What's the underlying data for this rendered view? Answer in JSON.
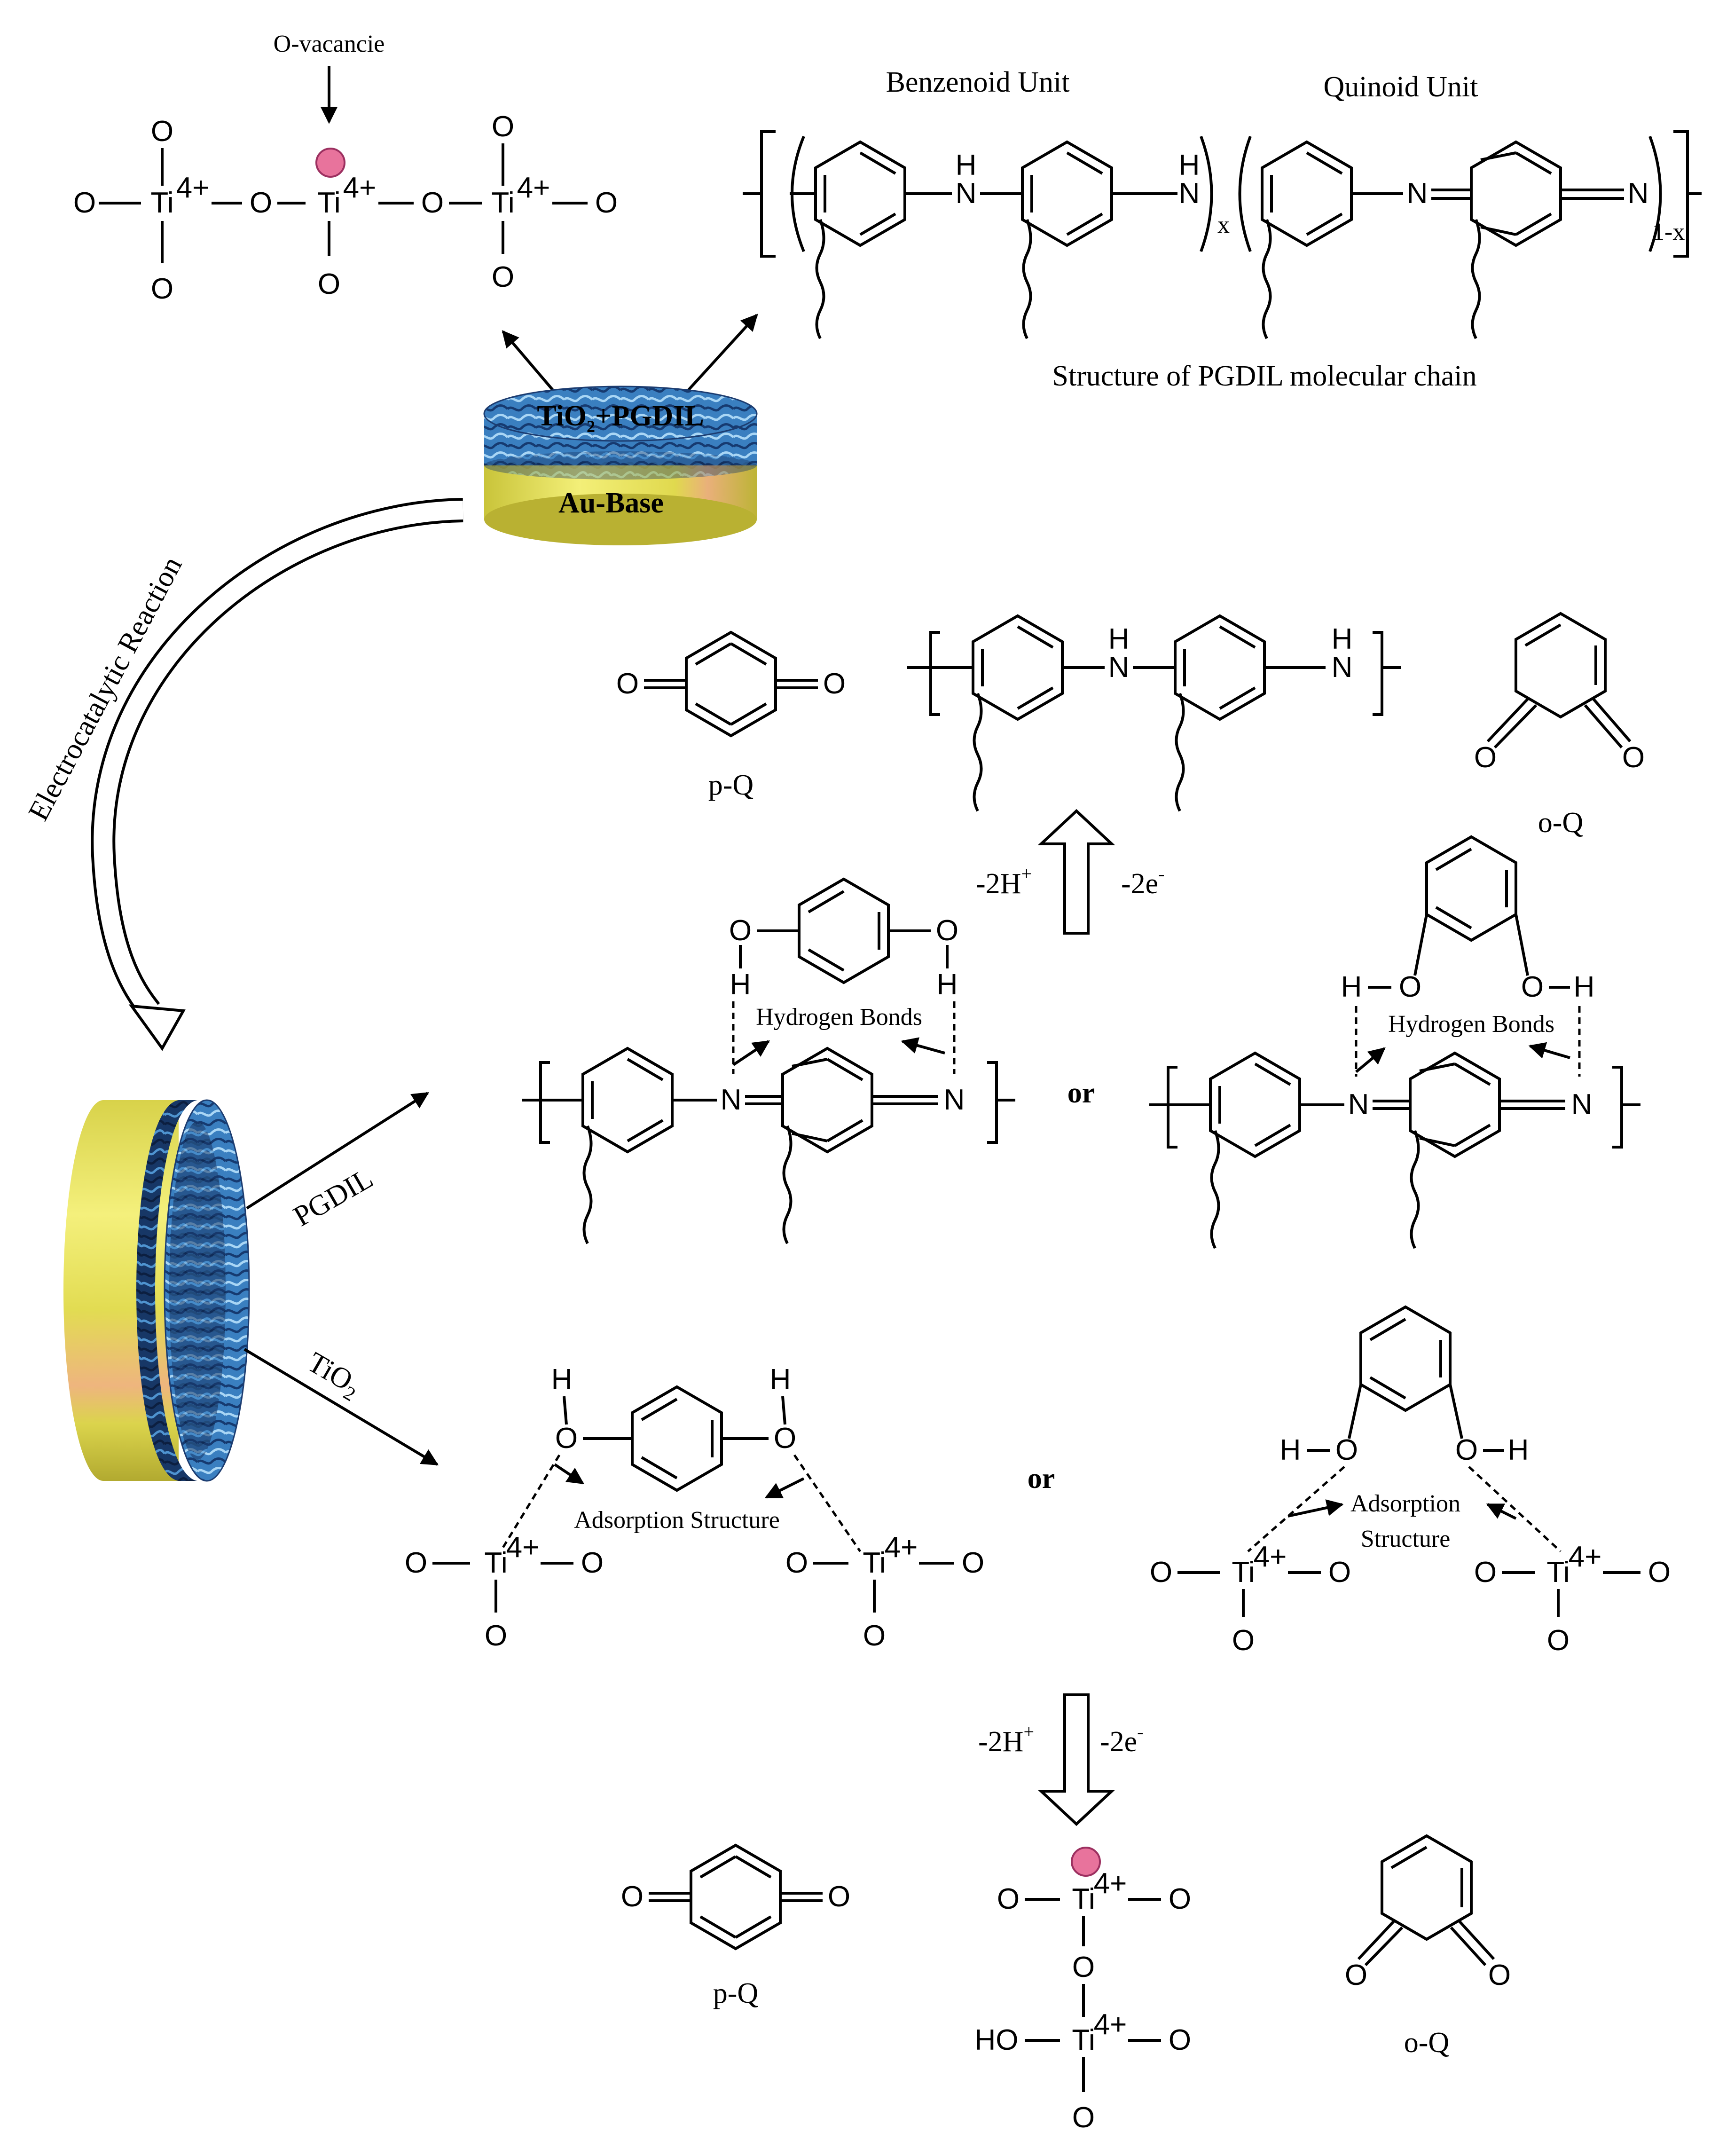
{
  "colors": {
    "vacancy": "#e8739c",
    "gold": "#e3df5a",
    "blue_texture": "#3f86c4",
    "dark_blue": "#16305c"
  },
  "vacancy_label": "O-vacancie",
  "ti": "Ti",
  "charge": "4+",
  "oxygen": "O",
  "hydroxyl": "HO",
  "hydrogen": "H",
  "nitrogen": "N",
  "benzenoid_label": "Benzenoid Unit",
  "quinoid_label": "Quinoid Unit",
  "chain_caption": "Structure of PGDIL molecular chain",
  "sub_x": "x",
  "sub_1x": "1-x",
  "electrode_top": {
    "prefix": "TiO",
    "sub": "2",
    "suffix": "+PGDIL"
  },
  "electrode_base": "Au-Base",
  "curved_arrow_label": "Electrocatalytic Reaction",
  "pgdil_label": "PGDIL",
  "tio2_label": {
    "prefix": "TiO",
    "sub": "2"
  },
  "pq_label": "p-Q",
  "oq_label": "o-Q",
  "minus_2h": "-2H",
  "plus_sup": "+",
  "minus_2e": "-2e",
  "minus_sup": "-",
  "hydrogen_bonds": "Hydrogen Bonds",
  "or": "or",
  "adsorption_structure": "Adsorption Structure",
  "adsorption_word": "Adsorption",
  "structure_word": "Structure"
}
